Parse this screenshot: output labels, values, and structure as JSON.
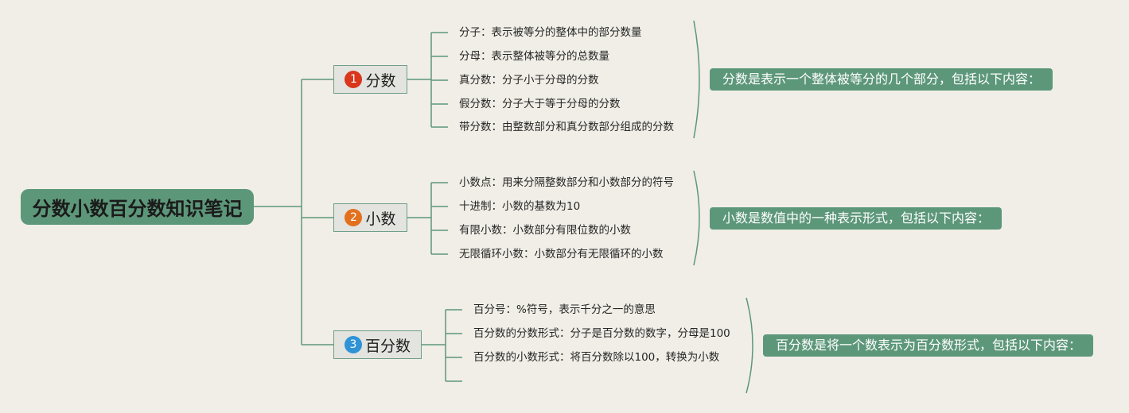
{
  "root": {
    "title": "分数小数百分数知识笔记"
  },
  "colors": {
    "line": "#5d977a",
    "root_bg": "#5d977a",
    "summary_bg": "#5d977a",
    "background": "#f0eee6"
  },
  "topics": [
    {
      "number": "1",
      "badge_color": "#d9361c",
      "label": "分数",
      "leaves": [
        "分子：表示被等分的整体中的部分数量",
        "分母：表示整体被等分的总数量",
        "真分数：分子小于分母的分数",
        "假分数：分子大于等于分母的分数",
        "带分数：由整数部分和真分数部分组成的分数"
      ],
      "summary": "分数是表示一个整体被等分的几个部分，包括以下内容："
    },
    {
      "number": "2",
      "badge_color": "#e2711f",
      "label": "小数",
      "leaves": [
        "小数点：用来分隔整数部分和小数部分的符号",
        "十进制：小数的基数为10",
        "有限小数：小数部分有限位数的小数",
        "无限循环小数：小数部分有无限循环的小数"
      ],
      "summary": "小数是数值中的一种表示形式，包括以下内容："
    },
    {
      "number": "3",
      "badge_color": "#2f93d6",
      "label": "百分数",
      "leaves": [
        "百分号：%符号，表示千分之一的意思",
        "百分数的分数形式：分子是百分数的数字，分母是100",
        "百分数的小数形式：将百分数除以100，转换为小数",
        ""
      ],
      "summary": "百分数是将一个数表示为百分数形式，包括以下内容："
    }
  ]
}
